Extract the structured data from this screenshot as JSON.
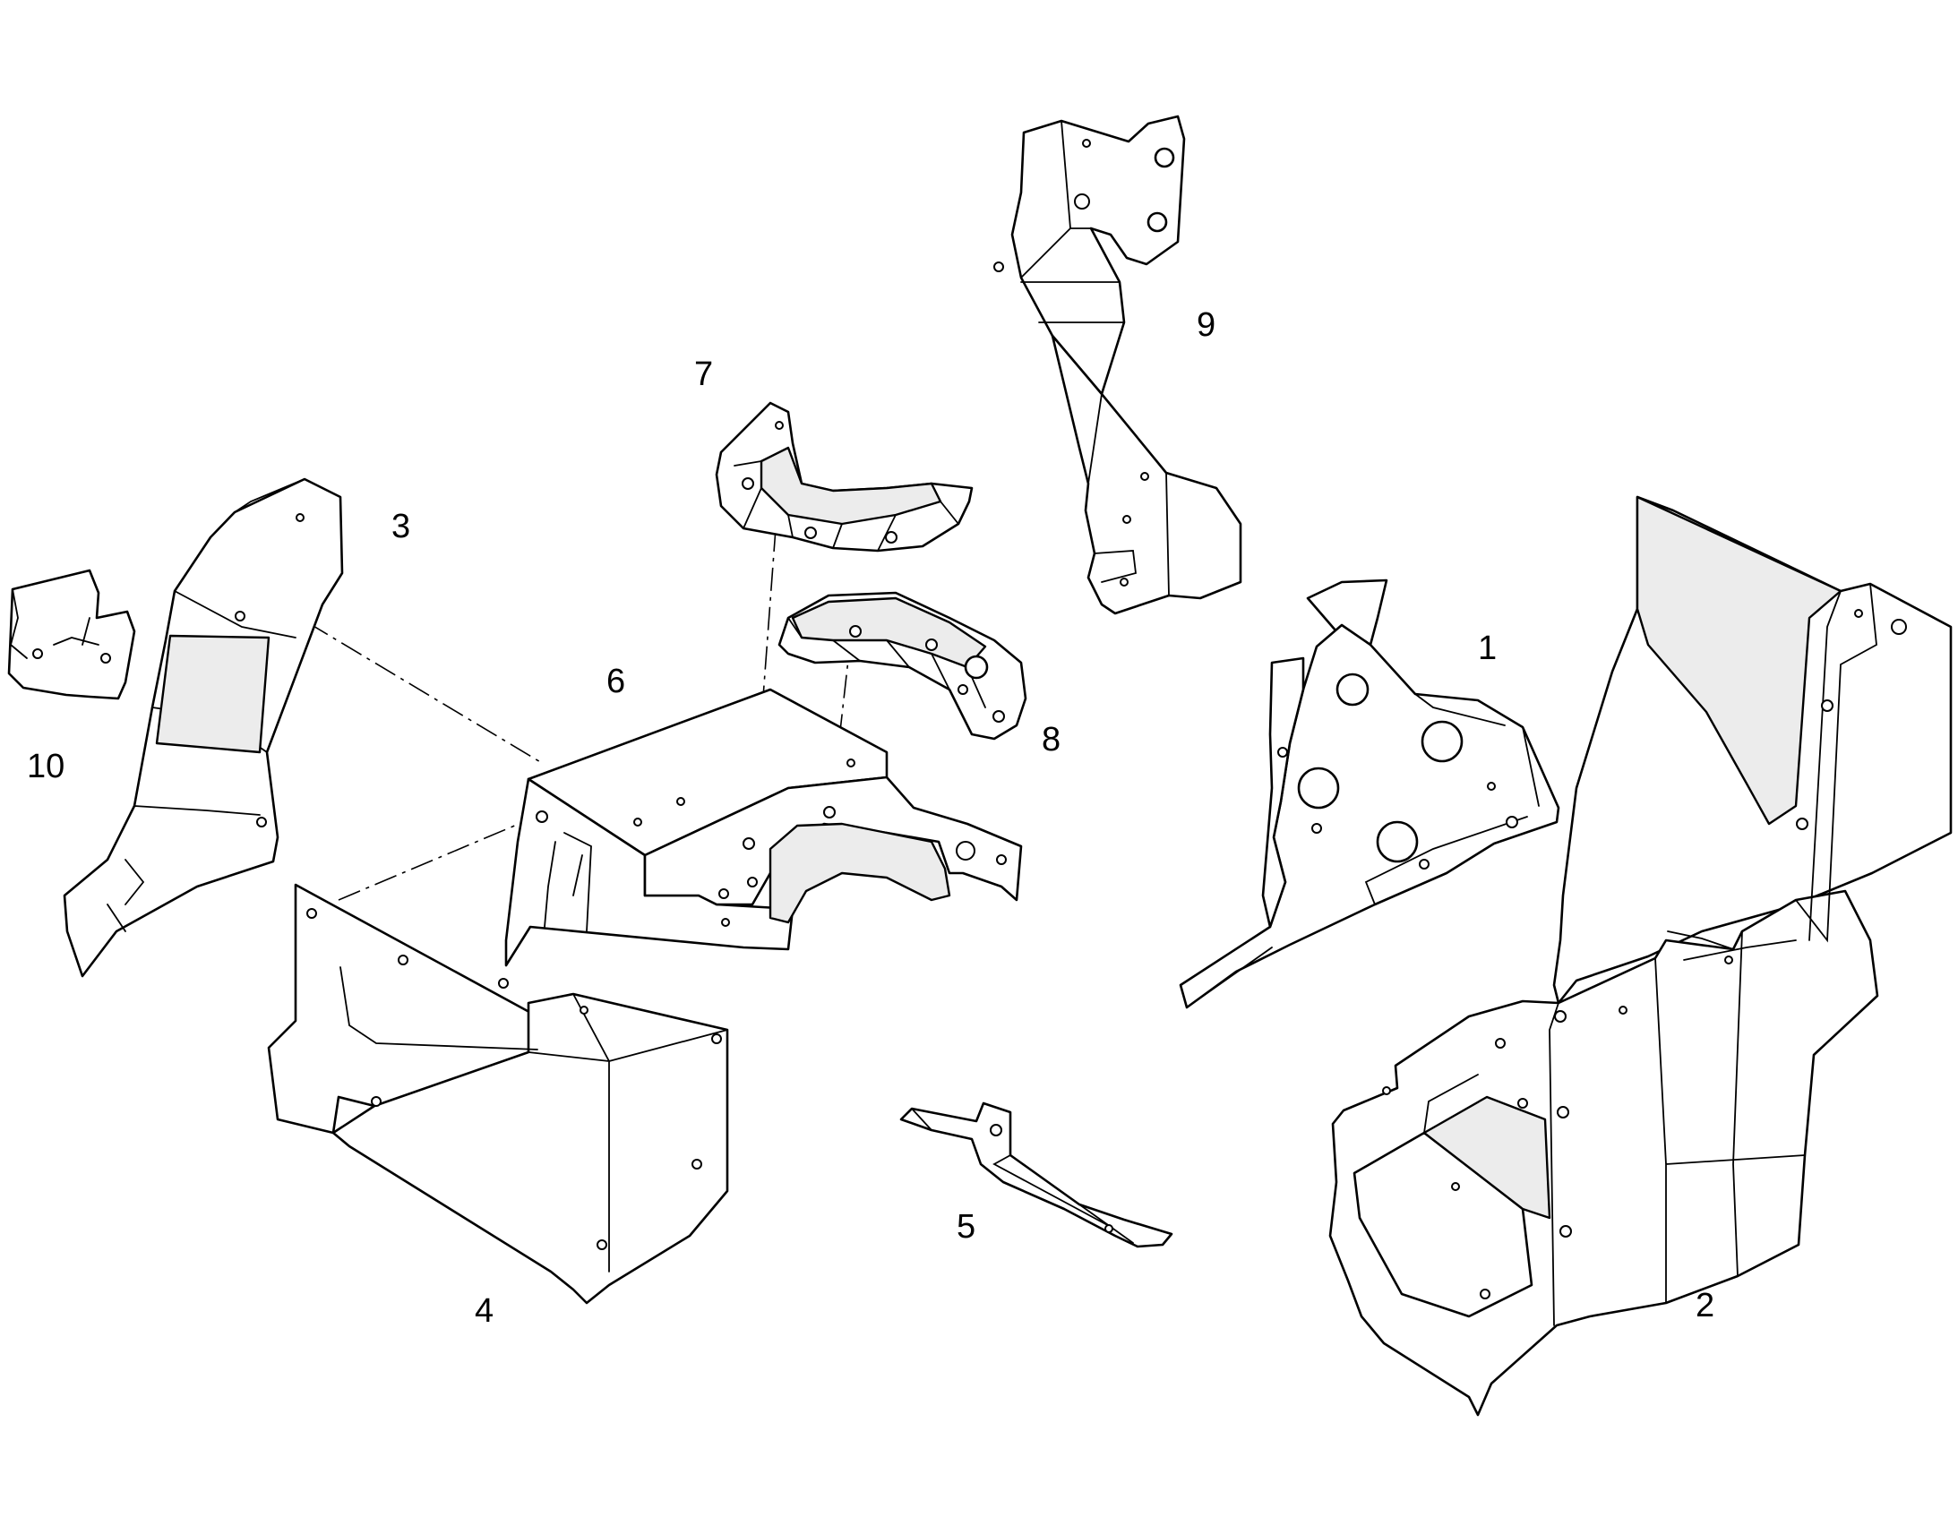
{
  "diagram": {
    "type": "exploded-parts-view",
    "callouts": [
      {
        "id": "1",
        "label": "1"
      },
      {
        "id": "2",
        "label": "2"
      },
      {
        "id": "3",
        "label": "3"
      },
      {
        "id": "4",
        "label": "4"
      },
      {
        "id": "5",
        "label": "5"
      },
      {
        "id": "6",
        "label": "6"
      },
      {
        "id": "7",
        "label": "7"
      },
      {
        "id": "8",
        "label": "8"
      },
      {
        "id": "9",
        "label": "9"
      },
      {
        "id": "10",
        "label": "10"
      }
    ],
    "line_color": "#000000",
    "background": "#ffffff"
  }
}
